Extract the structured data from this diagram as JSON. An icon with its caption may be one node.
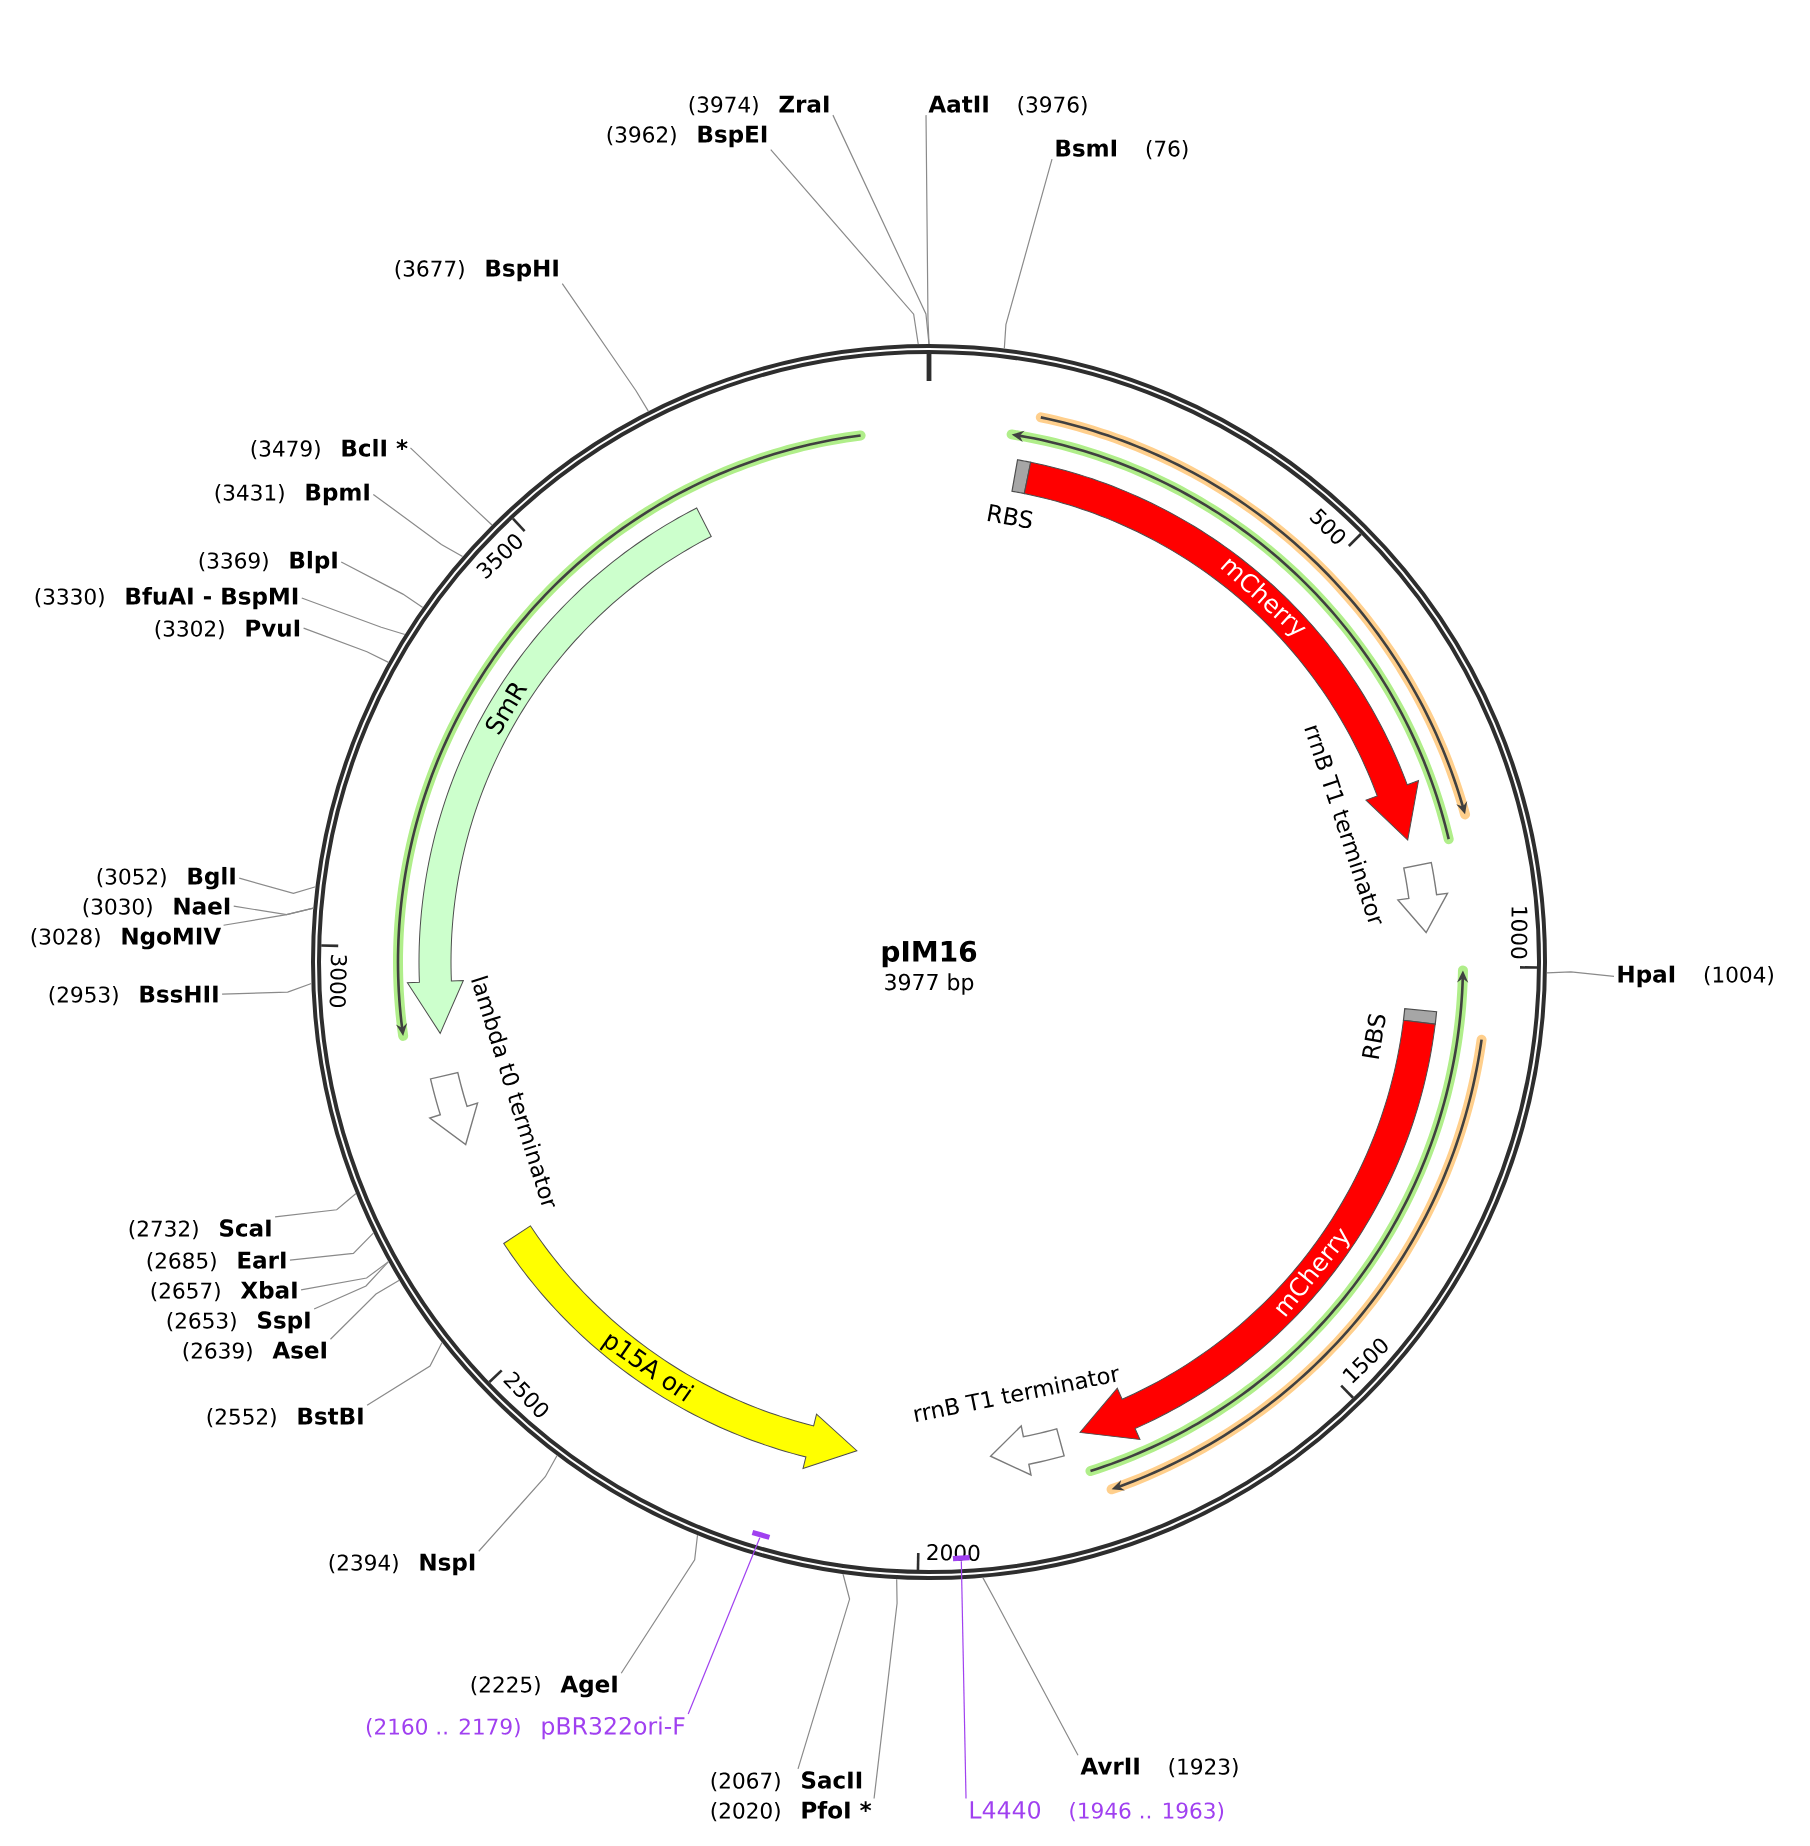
{
  "diagram": {
    "nodes": [
      {
        "text": [
          "pIM16",
          "3977 bp"
        ]
      },
      {
        "text": [
          "RBS"
        ],
        "in": 0
      },
      {
        "text": [
          "mCherry"
        ],
        "in": 0
      },
      {
        "text": [
          "rrnB T1 terminator"
        ],
        "in": 0
      },
      {
        "text": [
          "RBS"
        ],
        "in": 0
      },
      {
        "text": [
          "mCherry"
        ],
        "in": 0
      },
      {
        "text": [
          "rrnB T1 terminator"
        ],
        "in": 0
      },
      {
        "text": [
          "p15A ori"
        ],
        "in": 0
      },
      {
        "text": [
          "lambda t0 terminator"
        ],
        "in": 0
      },
      {
        "text": [
          "SmR"
        ],
        "in": 0
      },
      {
        "text": [],
        "shape": "bar",
        "in": 0
      },
      {
        "text": [],
        "shape": "bar",
        "in": 0
      },
      {
        "text": [
          "BsmI"
        ],
        "beside": [
          "(76)"
        ]
      },
      {
        "text": [
          "HpaI"
        ],
        "beside": [
          "(1004)"
        ]
      },
      {
        "text": [
          "AvrII"
        ],
        "beside": [
          "(1923)"
        ]
      },
      {
        "text": [
          "L4440"
        ],
        "beside": [
          "(1946 .. 1963)"
        ]
      },
      {
        "text": [
          "PfoI *"
        ],
        "beside": [
          "(2020)"
        ]
      },
      {
        "text": [
          "SacII"
        ],
        "beside": [
          "(2067)"
        ]
      },
      {
        "text": [
          "pBR322ori-F"
        ],
        "beside": [
          "(2160 .. 2179)"
        ]
      },
      {
        "text": [
          "AgeI"
        ],
        "beside": [
          "(2225)"
        ]
      },
      {
        "text": [
          "NspI"
        ],
        "beside": [
          "(2394)"
        ]
      },
      {
        "text": [
          "BstBI"
        ],
        "beside": [
          "(2552)"
        ]
      },
      {
        "text": [
          "AseI"
        ],
        "beside": [
          "(2639)"
        ]
      },
      {
        "text": [
          "SspI"
        ],
        "beside": [
          "(2653)"
        ]
      },
      {
        "text": [
          "XbaI"
        ],
        "beside": [
          "(2657)"
        ]
      },
      {
        "text": [
          "EarI"
        ],
        "beside": [
          "(2685)"
        ]
      },
      {
        "text": [
          "ScaI"
        ],
        "beside": [
          "(2732)"
        ]
      },
      {
        "text": [
          "BssHII"
        ],
        "beside": [
          "(2953)"
        ]
      },
      {
        "text": [
          "NgoMIV"
        ],
        "beside": [
          "(3028)"
        ]
      },
      {
        "text": [
          "NaeI"
        ],
        "beside": [
          "(3030)"
        ]
      },
      {
        "text": [
          "BglI"
        ],
        "beside": [
          "(3052)"
        ]
      },
      {
        "text": [
          "PvuI"
        ],
        "beside": [
          "(3302)"
        ]
      },
      {
        "text": [
          "BfuAI - BspMI"
        ],
        "beside": [
          "(3330)"
        ]
      },
      {
        "text": [
          "BlpI"
        ],
        "beside": [
          "(3369)"
        ]
      },
      {
        "text": [
          "BpmI"
        ],
        "beside": [
          "(3431)"
        ]
      },
      {
        "text": [
          "BclI *"
        ],
        "beside": [
          "(3479)"
        ]
      },
      {
        "text": [
          "BspHI"
        ],
        "beside": [
          "(3677)"
        ]
      },
      {
        "text": [
          "BspEI"
        ],
        "beside": [
          "(3962)"
        ]
      },
      {
        "text": [
          "ZraI"
        ],
        "beside": [
          "(3974)"
        ]
      },
      {
        "text": [
          "AatII"
        ],
        "beside": [
          "(3976)"
        ]
      }
    ],
    "edges": [
      {
        "from": 12,
        "to": 0,
        "arrow": "none"
      },
      {
        "from": 13,
        "to": 0,
        "arrow": "none"
      },
      {
        "from": 14,
        "to": 0,
        "arrow": "none"
      },
      {
        "from": 15,
        "to": 11,
        "arrow": "none",
        "color": "#a040f0"
      },
      {
        "from": 16,
        "to": 0,
        "arrow": "none"
      },
      {
        "from": 17,
        "to": 0,
        "arrow": "none"
      },
      {
        "from": 18,
        "to": 10,
        "arrow": "none",
        "color": "#a040f0"
      },
      {
        "from": 19,
        "to": 0,
        "arrow": "none"
      },
      {
        "from": 20,
        "to": 0,
        "arrow": "none"
      },
      {
        "from": 21,
        "to": 0,
        "arrow": "none"
      },
      {
        "from": 22,
        "to": 0,
        "arrow": "none"
      },
      {
        "from": 23,
        "to": 0,
        "arrow": "none"
      },
      {
        "from": 24,
        "to": 0,
        "arrow": "none"
      },
      {
        "from": 25,
        "to": 0,
        "arrow": "none"
      },
      {
        "from": 26,
        "to": 0,
        "arrow": "none"
      },
      {
        "from": 27,
        "to": 0,
        "arrow": "none"
      },
      {
        "from": 28,
        "to": 0,
        "arrow": "none"
      },
      {
        "from": 29,
        "to": 0,
        "arrow": "none"
      },
      {
        "from": 30,
        "to": 0,
        "arrow": "none"
      },
      {
        "from": 31,
        "to": 0,
        "arrow": "none"
      },
      {
        "from": 32,
        "to": 0,
        "arrow": "none"
      },
      {
        "from": 33,
        "to": 0,
        "arrow": "none"
      },
      {
        "from": 34,
        "to": 0,
        "arrow": "none"
      },
      {
        "from": 35,
        "to": 0,
        "arrow": "none"
      },
      {
        "from": 36,
        "to": 0,
        "arrow": "none"
      },
      {
        "from": 37,
        "to": 0,
        "arrow": "none"
      },
      {
        "from": 38,
        "to": 0,
        "arrow": "none"
      },
      {
        "from": 39,
        "to": 0,
        "arrow": "none"
      }
    ],
    "labels": [
      "500",
      "1000",
      "1500",
      "2000",
      "2500",
      "3000",
      "3500"
    ]
  }
}
